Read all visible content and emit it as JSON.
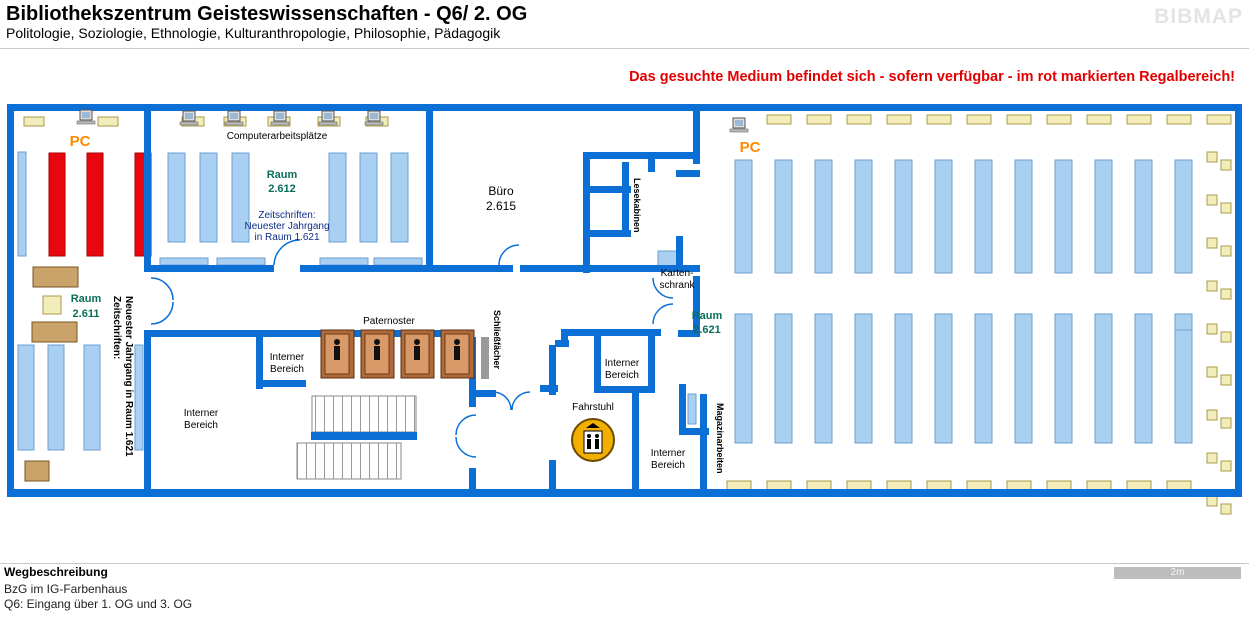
{
  "header": {
    "title": "Bibliothekszentrum Geisteswissenschaften - Q6/ 2. OG",
    "subtitle": "Politologie, Soziologie, Ethnologie, Kulturanthropologie, Philosophie, Pädagogik",
    "logo": "BIBMAP"
  },
  "notice": "Das gesuchte Medium befindet sich - sofern verfügbar -  im rot markierten Regalbereich!",
  "colors": {
    "wall": "#0b6fd6",
    "shelf": "#a9cff3",
    "highlight": "#e8070f",
    "desk": "#f3edbb",
    "label_green": "#0a6e5a",
    "pc_label": "#ff8a00",
    "notice": "#e30000"
  },
  "map": {
    "pc_left": "PC",
    "pc_right": "PC",
    "computer_workplaces": "Computerarbeitsplätze",
    "room_2612": [
      "Raum",
      "2.612"
    ],
    "zeitschriften_top": [
      "Zeitschriften:",
      "Neuester Jahrgang",
      "in Raum  1.621"
    ],
    "buero": [
      "Büro",
      "2.615"
    ],
    "lesekabinen": "Lesekabinen",
    "kartenschrank": [
      "Karten-",
      "schrank"
    ],
    "room_2611": [
      "Raum",
      "2.611"
    ],
    "zeitschriften_side": [
      "Zeitschriften:",
      "Neuester Jahrgang in Raum 1.621"
    ],
    "paternoster": "Paternoster",
    "schliessfaecher": "Schließfächer",
    "interner_bereich_1": [
      "Interner",
      "Bereich"
    ],
    "interner_bereich_2": [
      "Interner",
      "Bereich"
    ],
    "interner_bereich_3": [
      "Interner",
      "Bereich"
    ],
    "interner_bereich_4": [
      "Interner",
      "Bereich"
    ],
    "fahrstuhl": "Fahrstuhl",
    "room_2621": [
      "Raum",
      "2.621"
    ],
    "magazin": "Magazinarbeiten",
    "icons": [
      "computer-icon",
      "elevator-icon",
      "stairs-icon",
      "person-icon"
    ]
  },
  "footer": {
    "title": "Wegbeschreibung",
    "line1": "BzG im IG-Farbenhaus",
    "line2": "Q6: Eingang über 1. OG und 3. OG"
  },
  "scale": {
    "left": "2m",
    "right": "2m"
  }
}
